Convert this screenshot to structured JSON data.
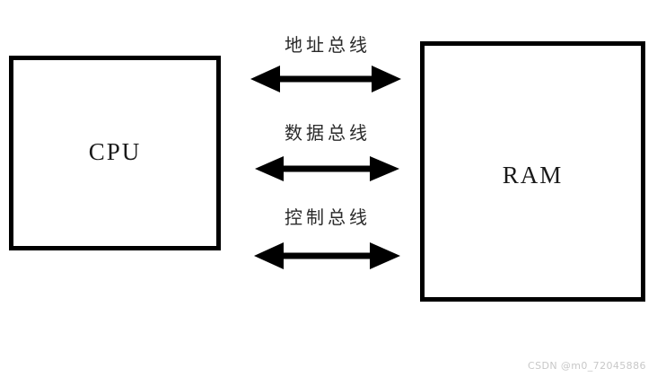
{
  "diagram": {
    "title": "CPU and RAM bus connection diagram",
    "units": [
      {
        "id": "cpu",
        "label": "CPU"
      },
      {
        "id": "ram",
        "label": "RAM"
      }
    ],
    "buses": [
      {
        "id": "address",
        "label": "地址总线",
        "direction": "bidirectional"
      },
      {
        "id": "data",
        "label": "数据总线",
        "direction": "bidirectional"
      },
      {
        "id": "control",
        "label": "控制总线",
        "direction": "bidirectional"
      }
    ],
    "colors": {
      "background": "#ffffff",
      "stroke": "#000000",
      "unit_text": "#1a1a1a",
      "bus_text": "#2a2a2a",
      "watermark": "#c8c8c8"
    }
  },
  "watermark": {
    "text": "CSDN @m0_72045886"
  }
}
